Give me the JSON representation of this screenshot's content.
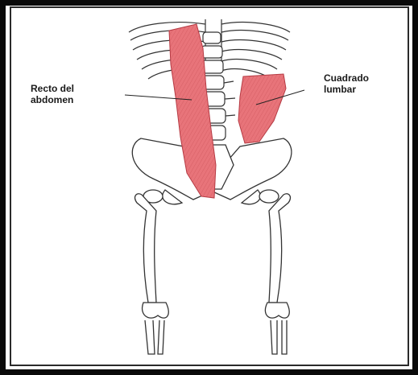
{
  "labels": {
    "rectus_line1": "Recto del",
    "rectus_line2": "abdomen",
    "quadratus_line1": "Cuadrado",
    "quadratus_line2": "lumbar"
  },
  "colors": {
    "muscle": "#e8747a",
    "muscle_hatch": "#c2474f",
    "bone_line": "#333333",
    "frame": "#0a0a0a"
  }
}
